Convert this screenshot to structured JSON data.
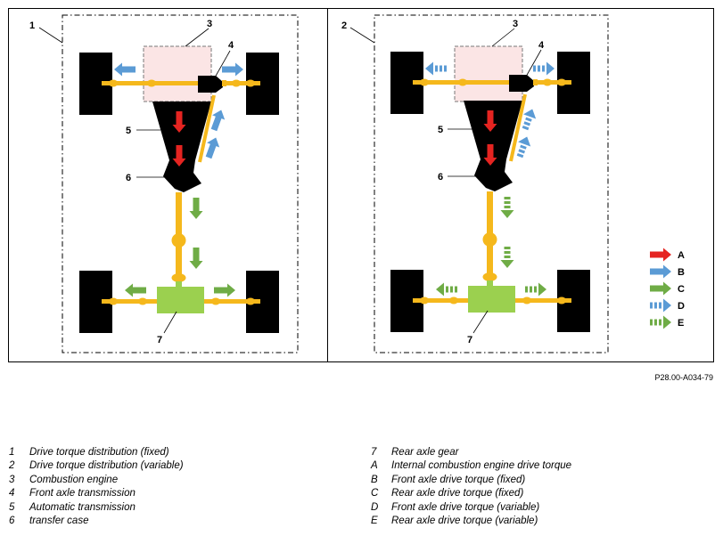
{
  "callouts": {
    "c1": "1",
    "c2": "2",
    "c3": "3",
    "c4": "4",
    "c5": "5",
    "c6": "6",
    "c7": "7"
  },
  "legend": [
    {
      "key": "A",
      "color": "#e52421",
      "style": "solid"
    },
    {
      "key": "B",
      "color": "#5b9bd5",
      "style": "solid"
    },
    {
      "key": "C",
      "color": "#6fac46",
      "style": "solid"
    },
    {
      "key": "D",
      "color": "#5b9bd5",
      "style": "dashed"
    },
    {
      "key": "E",
      "color": "#6fac46",
      "style": "dashed"
    }
  ],
  "reference": "P28.00-A034-79",
  "key_left": [
    {
      "num": "1",
      "text": "Drive torque distribution (fixed)"
    },
    {
      "num": "2",
      "text": "Drive torque distribution (variable)"
    },
    {
      "num": "3",
      "text": "Combustion engine"
    },
    {
      "num": "4",
      "text": "Front axle transmission"
    },
    {
      "num": "5",
      "text": "Automatic transmission"
    },
    {
      "num": "6",
      "text": "transfer case"
    }
  ],
  "key_right": [
    {
      "num": "7",
      "text": "Rear axle gear"
    },
    {
      "num": "A",
      "text": "Internal combustion engine drive torque"
    },
    {
      "num": "B",
      "text": "Front axle drive torque (fixed)"
    },
    {
      "num": "C",
      "text": "Rear axle drive torque (fixed)"
    },
    {
      "num": "D",
      "text": "Front axle drive torque (variable)"
    },
    {
      "num": "E",
      "text": "Rear axle drive torque (variable)"
    }
  ],
  "colors": {
    "shaft": "#f5b81c",
    "engine_fill": "#fbe5e5",
    "rear_gear": "#9bd04f",
    "wheel": "#000000"
  }
}
